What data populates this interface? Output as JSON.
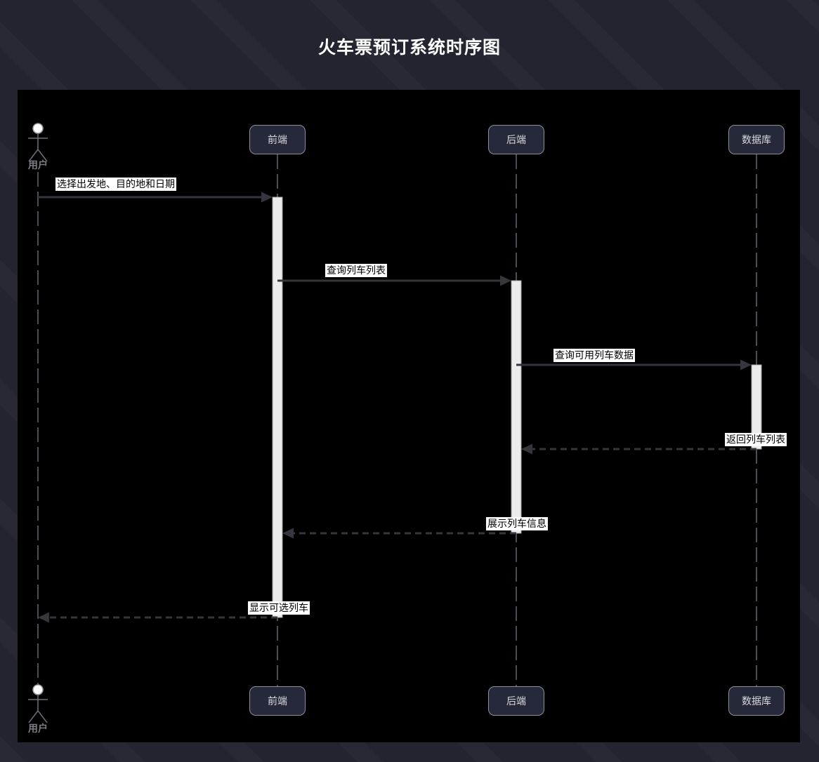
{
  "page": {
    "title": "火车票预订系统时序图"
  },
  "diagram": {
    "type": "sequence-diagram",
    "actor": {
      "label": "用户"
    },
    "participants": [
      {
        "id": "frontend",
        "label": "前端"
      },
      {
        "id": "backend",
        "label": "后端"
      },
      {
        "id": "database",
        "label": "数据库"
      }
    ],
    "messages": [
      {
        "from": "用户",
        "to": "前端",
        "label": "选择出发地、目的地和日期",
        "line": "solid"
      },
      {
        "from": "前端",
        "to": "后端",
        "label": "查询列车列表",
        "line": "solid"
      },
      {
        "from": "后端",
        "to": "数据库",
        "label": "查询可用列车数据",
        "line": "solid"
      },
      {
        "from": "数据库",
        "to": "后端",
        "label": "返回列车列表",
        "line": "dashed"
      },
      {
        "from": "后端",
        "to": "前端",
        "label": "展示列车信息",
        "line": "dashed"
      },
      {
        "from": "前端",
        "to": "用户",
        "label": "显示可选列车",
        "line": "dashed"
      }
    ],
    "colors": {
      "page_bg": "#23242f",
      "diagram_bg": "#000000",
      "title_text": "#ffffff",
      "participant_fill": "#262939",
      "participant_border": "#8f8f99",
      "participant_text": "#d9d9de",
      "lifeline": "#4d4d55",
      "arrow": "#36363e",
      "activation_fill": "#ececec",
      "activation_border": "#a0a0a0",
      "label_bg": "#ffffff",
      "label_text": "#000000",
      "actor_stroke": "#6e6e76",
      "actor_head_fill": "#ffffff",
      "actor_label_text": "#7c7c84"
    }
  }
}
